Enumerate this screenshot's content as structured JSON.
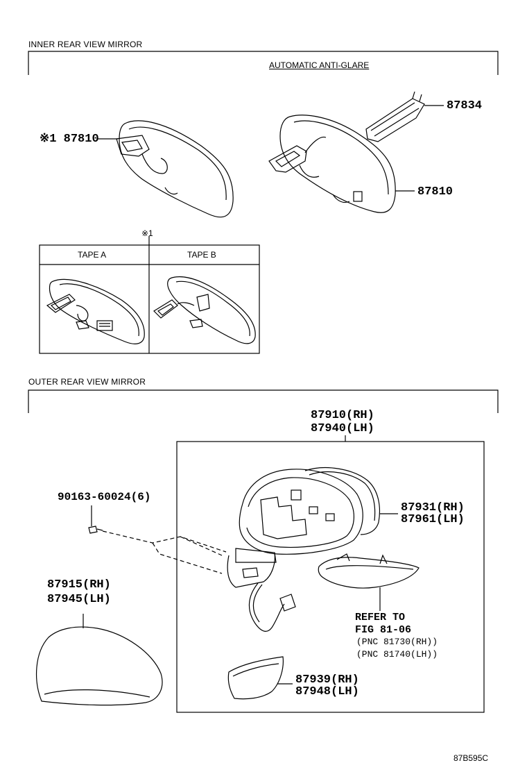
{
  "inner_section": {
    "title": "INNER REAR VIEW MIRROR",
    "subtitle": "AUTOMATIC ANTI-GLARE",
    "part_87810_std": "※1 87810",
    "part_87834": "87834",
    "part_87810_auto": "87810",
    "note_marker": "※1",
    "tape_a": "TAPE A",
    "tape_b": "TAPE B"
  },
  "outer_section": {
    "title": "OUTER REAR VIEW MIRROR",
    "assembly_rh": "87910(RH)",
    "assembly_lh": "87940(LH)",
    "screw": "90163-60024(6)",
    "cover_rh": "87915(RH)",
    "cover_lh": "87945(LH)",
    "glass_rh": "87931(RH)",
    "glass_lh": "87961(LH)",
    "refer_line1": "REFER TO",
    "refer_line2": "FIG 81-06",
    "refer_line3": "(PNC 81730(RH))",
    "refer_line4": "(PNC 81740(LH))",
    "lower_cover_rh": "87939(RH)",
    "lower_cover_lh": "87948(LH)"
  },
  "figure_id": "87B595C"
}
